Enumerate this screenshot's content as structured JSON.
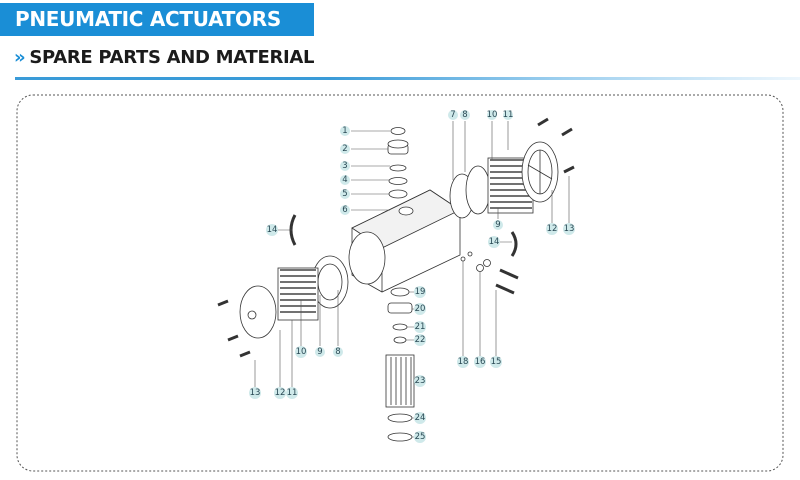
{
  "header": {
    "title": "PNEUMATIC ACTUATORS"
  },
  "section": {
    "chevron": "»",
    "title": "SPARE PARTS AND MATERIAL"
  },
  "diagram": {
    "callouts": [
      "1",
      "2",
      "3",
      "4",
      "5",
      "6",
      "7",
      "8",
      "10",
      "11",
      "9",
      "12",
      "13",
      "14",
      "14",
      "19",
      "20",
      "21",
      "22",
      "23",
      "24",
      "25",
      "18",
      "16",
      "15",
      "10",
      "9",
      "8",
      "13",
      "12",
      "11"
    ],
    "colors": {
      "accent": "#1a8ed6",
      "callout_bg": "#cfe9ea",
      "line": "#333333"
    }
  }
}
